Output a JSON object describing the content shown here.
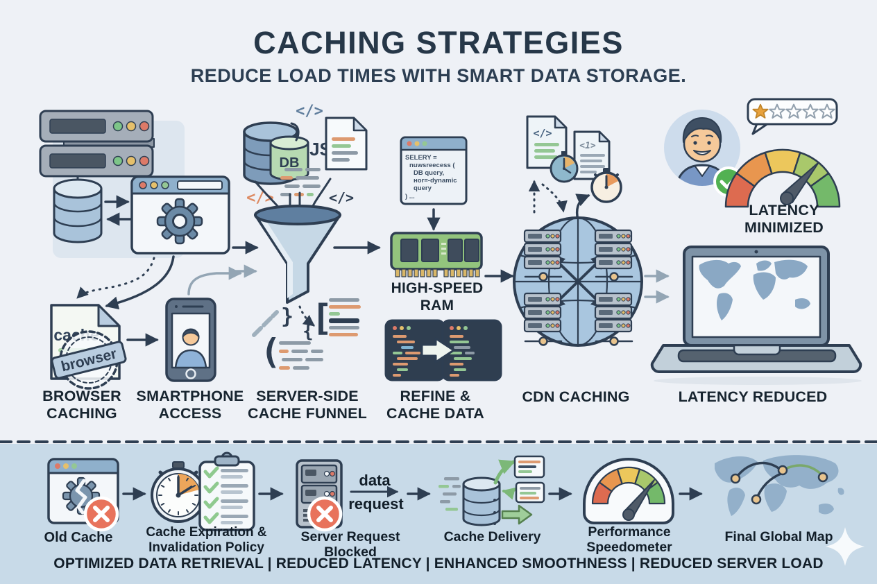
{
  "colors": {
    "ink": "#2e3e52",
    "bg_top": "#eef1f6",
    "bg_bottom": "#c8dae8",
    "status_green": "#7dc588",
    "status_yellow": "#e5c06b",
    "status_red": "#dd7a68",
    "error_red": "#e8735c",
    "check_green": "#52b152",
    "star_orange": "#e8a23d",
    "code_orange": "#dd9a70",
    "code_green": "#94c794",
    "gauge_segments": [
      "#dd6b50",
      "#e8964f",
      "#ecc75c",
      "#a9c86b",
      "#74b96a"
    ]
  },
  "header": {
    "title": "CACHING STRATEGIES",
    "subtitle": "REDUCE LOAD TIMES WITH SMART DATA STORAGE."
  },
  "top_flow": {
    "labels": {
      "browser_caching": "BROWSER CACHING",
      "smartphone_access": "SMARTPHONE ACCESS",
      "server_funnel": "SERVER-SIDE CACHE FUNNEL",
      "high_speed_ram": "HIGH-SPEED RAM",
      "refine_cache": "REFINE & CACHE DATA",
      "cdn_caching": "CDN CACHING",
      "latency_reduced": "LATENCY REDUCED",
      "latency_minimized": "LATENCY MINIMIZED"
    },
    "badges": {
      "db": "DB",
      "js": "JS",
      "code_tag": "</>",
      "code_tag_orange": "</>",
      "code_tag_dark": "</>",
      "doc_code_tag": "</>",
      "doc_one_tag": "<1>",
      "cache_file": "cache",
      "browser_stamp": "browser"
    },
    "snippet": {
      "l1": "SELERY =",
      "l2": "nuwsreecess (",
      "l3": "DB query,",
      "l4": "нor=-dynamic",
      "l5": "query",
      "l6": ") ..."
    },
    "glyphs": {
      "g1": "}",
      "g2": "{",
      "g3": "[",
      "g4": "("
    }
  },
  "bottom_flow": {
    "labels": {
      "old_cache": "Old Cache",
      "expiration": "Cache Expiration & Invalidation Policy",
      "blocked": "Server Request Blocked",
      "delivery": "Cache Delivery",
      "speedometer": "Performance Speedometer",
      "global_map": "Final Global Map"
    },
    "data_request": {
      "word1": "data",
      "word2": "request"
    },
    "footer": "OPTIMIZED DATA RETRIEVAL | REDUCED LATENCY | ENHANCED SMOOTHNESS | REDUCED SERVER LOAD"
  }
}
